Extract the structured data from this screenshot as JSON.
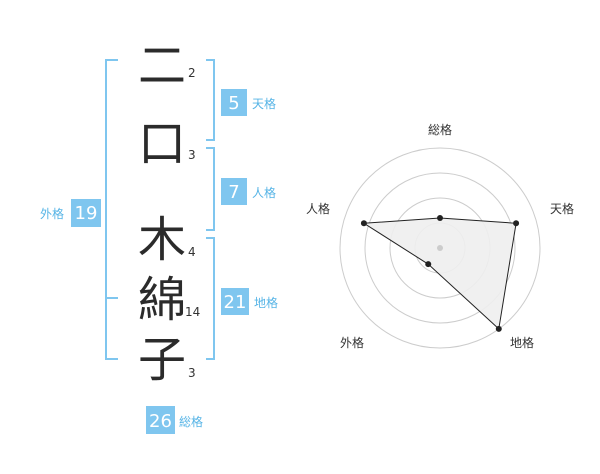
{
  "name_chars": [
    {
      "char": "二",
      "strokes": "2"
    },
    {
      "char": "口",
      "strokes": "3"
    },
    {
      "char": "木",
      "strokes": "4"
    },
    {
      "char": "綿",
      "strokes": "14"
    },
    {
      "char": "子",
      "strokes": "3"
    }
  ],
  "fortune_boxes": {
    "tenkaku": {
      "value": "5",
      "label": "天格"
    },
    "jinkaku": {
      "value": "7",
      "label": "人格"
    },
    "chikaku": {
      "value": "21",
      "label": "地格"
    },
    "gaikaku": {
      "value": "19",
      "label": "外格"
    },
    "soukaku": {
      "value": "26",
      "label": "総格"
    }
  },
  "colors": {
    "bracket": "#7fc6ef",
    "box_fill": "#7fc6ef",
    "box_label": "#56b4e6",
    "radar_line": "#222222",
    "radar_fill": "#eeeeee",
    "ring": "#cccccc"
  },
  "chart_data": {
    "type": "radar",
    "axes": [
      "総格",
      "天格",
      "地格",
      "外格",
      "人格"
    ],
    "values": [
      0.3,
      0.8,
      1.0,
      0.2,
      0.8
    ],
    "rings": 4,
    "range": [
      0,
      1
    ]
  }
}
